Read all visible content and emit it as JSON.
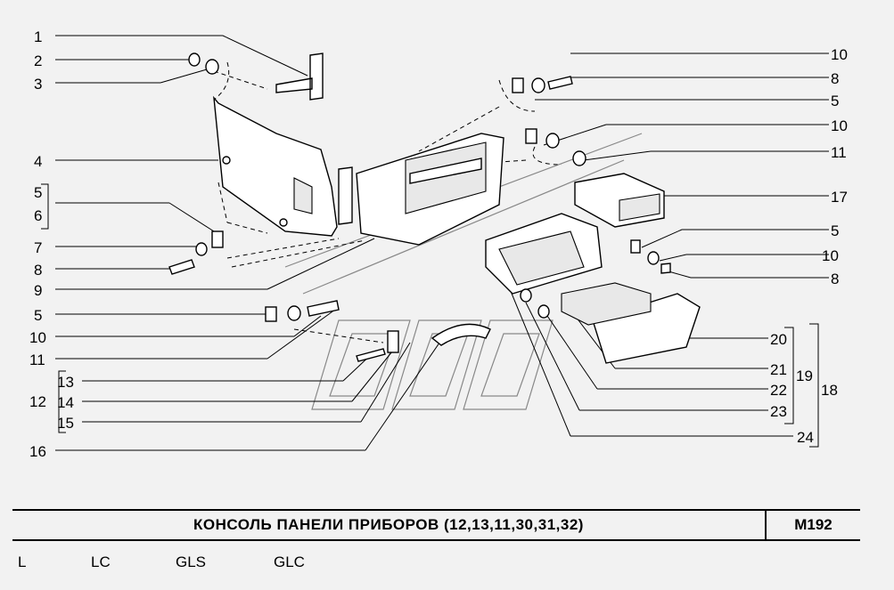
{
  "callouts": [
    {
      "id": "1",
      "text": "1"
    },
    {
      "id": "2",
      "text": "2"
    },
    {
      "id": "3",
      "text": "3"
    },
    {
      "id": "4",
      "text": "4"
    },
    {
      "id": "5a",
      "text": "5"
    },
    {
      "id": "6",
      "text": "6"
    },
    {
      "id": "7",
      "text": "7"
    },
    {
      "id": "8a",
      "text": "8"
    },
    {
      "id": "9",
      "text": "9"
    },
    {
      "id": "5b",
      "text": "5"
    },
    {
      "id": "10a",
      "text": "10"
    },
    {
      "id": "11a",
      "text": "11"
    },
    {
      "id": "12",
      "text": "12"
    },
    {
      "id": "13",
      "text": "13"
    },
    {
      "id": "14",
      "text": "14"
    },
    {
      "id": "15",
      "text": "15"
    },
    {
      "id": "16",
      "text": "16"
    },
    {
      "id": "10b",
      "text": "10"
    },
    {
      "id": "8b",
      "text": "8"
    },
    {
      "id": "5c",
      "text": "5"
    },
    {
      "id": "10c",
      "text": "10"
    },
    {
      "id": "11b",
      "text": "11"
    },
    {
      "id": "17",
      "text": "17"
    },
    {
      "id": "5d",
      "text": "5"
    },
    {
      "id": "10d",
      "text": "10"
    },
    {
      "id": "8c",
      "text": "8"
    },
    {
      "id": "20",
      "text": "20"
    },
    {
      "id": "21",
      "text": "21"
    },
    {
      "id": "19",
      "text": "19"
    },
    {
      "id": "22",
      "text": "22"
    },
    {
      "id": "18",
      "text": "18"
    },
    {
      "id": "23",
      "text": "23"
    },
    {
      "id": "24",
      "text": "24"
    }
  ],
  "title": "КОНСОЛЬ  ПАНЕЛИ  ПРИБОРОВ  (12,13,11,30,31,32)",
  "doc_code": "M192",
  "trims": [
    "L",
    "LC",
    "GLS",
    "GLC"
  ]
}
